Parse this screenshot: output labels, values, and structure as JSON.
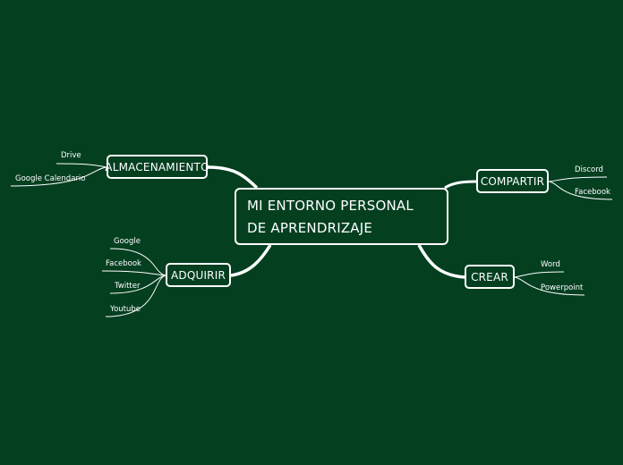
{
  "mindmap": {
    "central": {
      "title": "MI ENTORNO PERSONAL DE APRENDRIZAJE"
    },
    "branches": [
      {
        "id": "almacenamiento",
        "label": "ALMACENAMIENTO",
        "side": "left",
        "children": [
          "Drive",
          "Google Calendario"
        ]
      },
      {
        "id": "adquirir",
        "label": "ADQUIRIR",
        "side": "left",
        "children": [
          "Google",
          "Facebook",
          "Twitter",
          "Youtube"
        ]
      },
      {
        "id": "compartir",
        "label": "COMPARTIR",
        "side": "right",
        "children": [
          "Discord",
          "Facebook"
        ]
      },
      {
        "id": "crear",
        "label": "CREAR",
        "side": "right",
        "children": [
          "Word",
          "Powerpoint"
        ]
      }
    ]
  },
  "colors": {
    "background": "#043f20",
    "node_border": "#ffffff",
    "text": "#ffffff",
    "connector": "#ffffff"
  }
}
